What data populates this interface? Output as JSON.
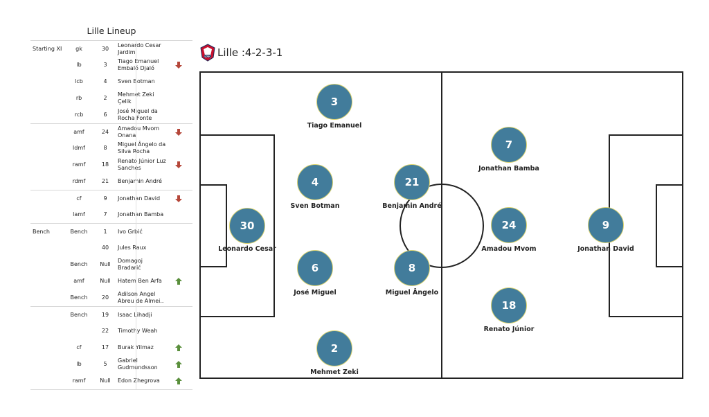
{
  "table": {
    "title": "Lille Lineup",
    "rows": [
      {
        "group": "Starting XI",
        "pos": "gk",
        "num": "30",
        "name": "Leonardo Cesar Jardim",
        "arrow": ""
      },
      {
        "group": "",
        "pos": "lb",
        "num": "3",
        "name": "Tiago Emanuel Embaló Djaló",
        "arrow": "down"
      },
      {
        "group": "",
        "pos": "lcb",
        "num": "4",
        "name": "Sven Botman",
        "arrow": ""
      },
      {
        "group": "",
        "pos": "rb",
        "num": "2",
        "name": "Mehmet Zeki Çelik",
        "arrow": ""
      },
      {
        "group": "",
        "pos": "rcb",
        "num": "6",
        "name": "José Miguel da Rocha Fonte",
        "arrow": ""
      },
      {
        "group": "",
        "pos": "amf",
        "num": "24",
        "name": "Amadou Mvom Onana",
        "arrow": "down"
      },
      {
        "group": "",
        "pos": "ldmf",
        "num": "8",
        "name": "Miguel Ângelo da Silva Rocha",
        "arrow": ""
      },
      {
        "group": "",
        "pos": "ramf",
        "num": "18",
        "name": "Renato Júnior Luz Sanches",
        "arrow": "down"
      },
      {
        "group": "",
        "pos": "rdmf",
        "num": "21",
        "name": "Benjamin André",
        "arrow": ""
      },
      {
        "group": "",
        "pos": "cf",
        "num": "9",
        "name": "Jonathan David",
        "arrow": "down"
      },
      {
        "group": "",
        "pos": "lamf",
        "num": "7",
        "name": "Jonathan Bamba",
        "arrow": ""
      },
      {
        "group": "Bench",
        "pos": "Bench",
        "num": "1",
        "name": "Ivo Grbić",
        "arrow": ""
      },
      {
        "group": "",
        "pos": "",
        "num": "40",
        "name": "Jules Raux",
        "arrow": ""
      },
      {
        "group": "",
        "pos": "Bench",
        "num": "Null",
        "name": "Domagoj Bradarić",
        "arrow": ""
      },
      {
        "group": "",
        "pos": "amf",
        "num": "Null",
        "name": "Hatem Ben Arfa",
        "arrow": "up"
      },
      {
        "group": "",
        "pos": "Bench",
        "num": "20",
        "name": "Adilson Angel Abreu de Almei..",
        "arrow": ""
      },
      {
        "group": "",
        "pos": "Bench",
        "num": "19",
        "name": "Isaac Lihadji",
        "arrow": ""
      },
      {
        "group": "",
        "pos": "",
        "num": "22",
        "name": "Timothy Weah",
        "arrow": ""
      },
      {
        "group": "",
        "pos": "cf",
        "num": "17",
        "name": "Burak Yilmaz",
        "arrow": "up"
      },
      {
        "group": "",
        "pos": "lb",
        "num": "5",
        "name": "Gabriel Gudmundsson",
        "arrow": "up"
      },
      {
        "group": "",
        "pos": "ramf",
        "num": "Null",
        "name": "Edon Zhegrova",
        "arrow": "up"
      }
    ]
  },
  "formation": {
    "team": "Lille :",
    "shape": "4-2-3-1"
  },
  "colors": {
    "player_fill": "#427c9b",
    "player_ring": "#d9d270",
    "arrow_down": "#b5473a",
    "arrow_up": "#5a8f3c",
    "pitch_line": "#222222"
  },
  "players": [
    {
      "num": "3",
      "name": "Tiago Emanuel",
      "role": "lb"
    },
    {
      "num": "4",
      "name": "Sven Botman",
      "role": "lcb"
    },
    {
      "num": "30",
      "name": "Leonardo Cesar",
      "role": "gk"
    },
    {
      "num": "6",
      "name": "José Miguel",
      "role": "rcb"
    },
    {
      "num": "2",
      "name": "Mehmet Zeki",
      "role": "rb"
    },
    {
      "num": "21",
      "name": "Benjamin André",
      "role": "rdmf"
    },
    {
      "num": "8",
      "name": "Miguel Ângelo",
      "role": "ldmf"
    },
    {
      "num": "7",
      "name": "Jonathan Bamba",
      "role": "lamf"
    },
    {
      "num": "24",
      "name": "Amadou Mvom",
      "role": "amf"
    },
    {
      "num": "18",
      "name": "Renato Júnior",
      "role": "ramf"
    },
    {
      "num": "9",
      "name": "Jonathan David",
      "role": "cf"
    }
  ]
}
